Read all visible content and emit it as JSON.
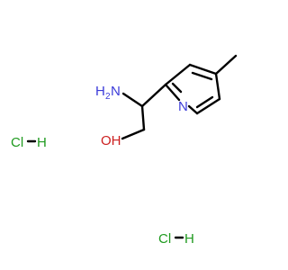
{
  "colors": {
    "bond": "#000000",
    "heteroatom": "#3b3bd9",
    "oxygen": "#cc1f1f",
    "hcl": "#1f9a1f"
  },
  "structure": {
    "amine": {
      "label": "H",
      "sub": "2",
      "atom": "N"
    },
    "hydroxyl": "OH",
    "ring_nitrogen": "N"
  },
  "salts": [
    {
      "label": "Cl",
      "bond_to": "H"
    },
    {
      "label": "Cl",
      "bond_to": "H"
    }
  ]
}
